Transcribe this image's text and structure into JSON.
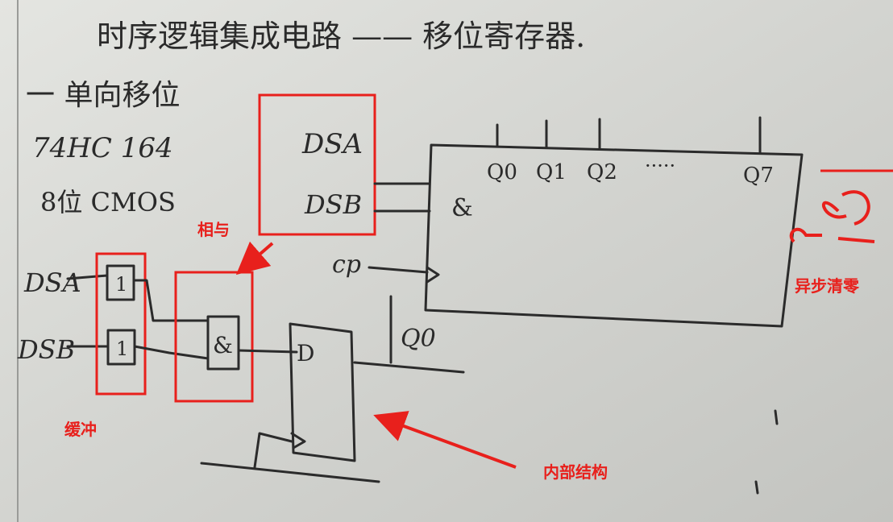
{
  "title": "时序逻辑集成电路 —— 移位寄存器.",
  "notes": {
    "line1": "一 单向移位",
    "line2": "74HC 164",
    "line3": "8位 CMOS"
  },
  "chip": {
    "dsa": "DSA",
    "dsb": "DSB",
    "and_symbol": "&",
    "outputs": [
      "Q0",
      "Q1",
      "Q2",
      "Q7"
    ],
    "dots": "·····",
    "cp": "cp"
  },
  "circuit": {
    "dsa": "DSA",
    "dsb": "DSB",
    "buf1": "1",
    "buf2": "1",
    "and_gate": "&",
    "d_input": "D",
    "q0": "Q0"
  },
  "annotations": {
    "and_label": "相与",
    "buffer_label": "缓冲",
    "internal_label": "内部结构",
    "clear_label": "异步清零"
  },
  "colors": {
    "board": "#cfd0cc",
    "ink": "#2b2b2b",
    "annotation": "#e8201c"
  }
}
